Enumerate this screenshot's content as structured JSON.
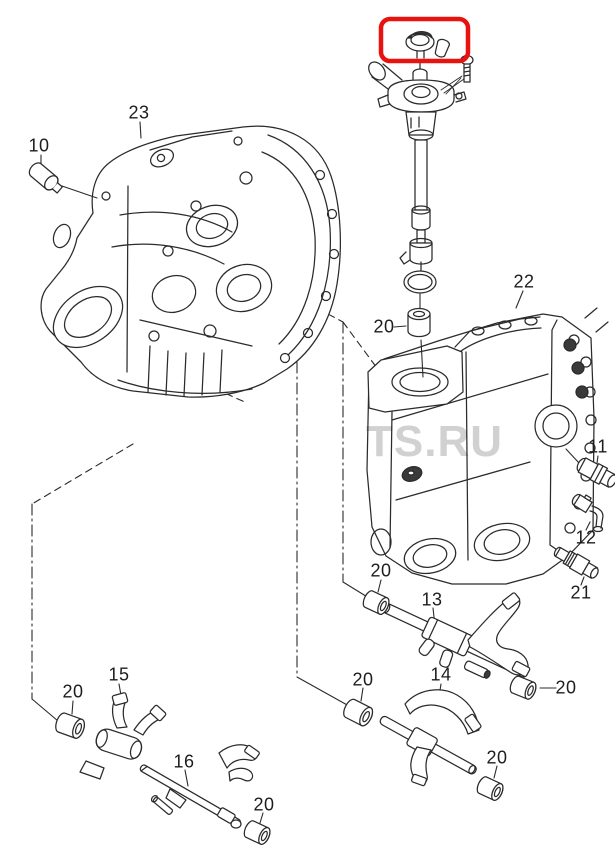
{
  "watermark": {
    "text": "TS.RU"
  },
  "highlight": {
    "color": "#e8120e"
  },
  "callouts": [
    {
      "text": "10",
      "part": "sealing-plug"
    },
    {
      "text": "23",
      "part": "transmission-housing-clutch-side"
    },
    {
      "text": "20",
      "part": "filler-tube-bushing"
    },
    {
      "text": "22",
      "part": "transmission-housing-gear-side"
    },
    {
      "text": "11",
      "part": "sensor-switch"
    },
    {
      "text": "12",
      "part": "elbow-connector"
    },
    {
      "text": "21",
      "part": "reverse-light-switch"
    },
    {
      "text": "20",
      "part": "selector-shaft-13-left-bushing"
    },
    {
      "text": "13",
      "part": "selector-fork-13"
    },
    {
      "text": "20",
      "part": "selector-shaft-13-right-bushing"
    },
    {
      "text": "14",
      "part": "selector-fork-14"
    },
    {
      "text": "20",
      "part": "selector-shaft-14-left-bushing"
    },
    {
      "text": "20",
      "part": "selector-shaft-14-right-bushing"
    },
    {
      "text": "15",
      "part": "selector-fork-15"
    },
    {
      "text": "20",
      "part": "selector-shaft-15-bushing"
    },
    {
      "text": "16",
      "part": "selector-shaft-16"
    },
    {
      "text": "20",
      "part": "selector-shaft-16-right-bushing"
    }
  ]
}
